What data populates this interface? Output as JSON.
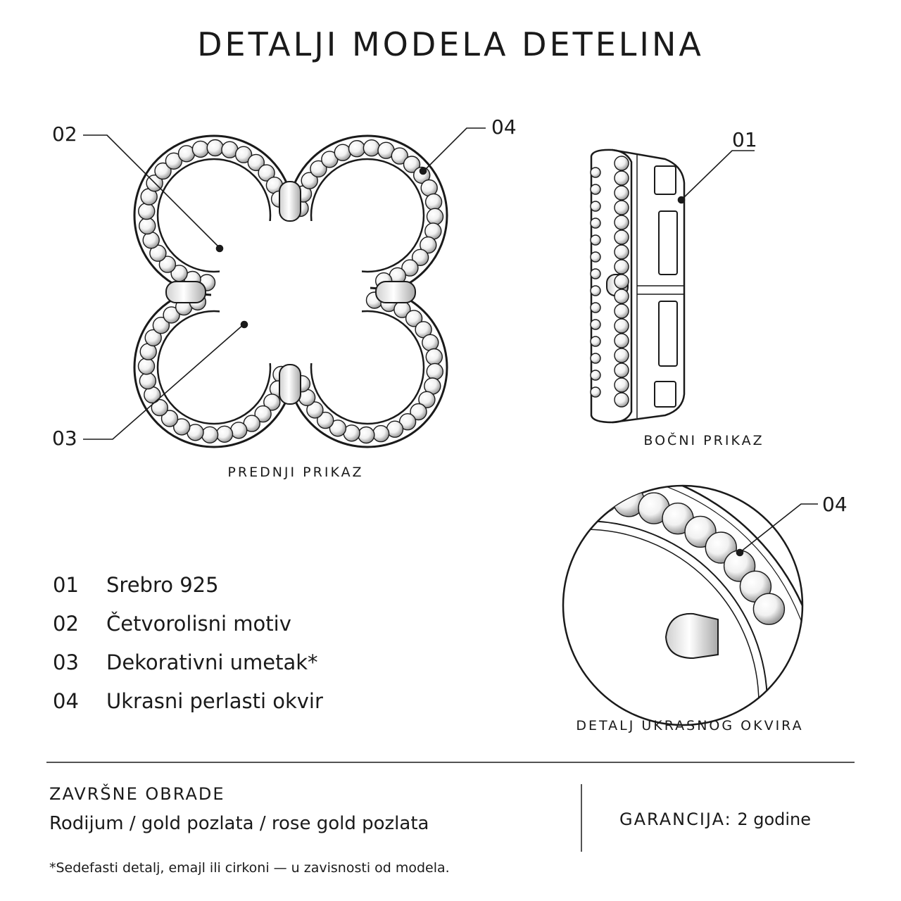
{
  "title": "DETALJI MODELA DETELINA",
  "callouts": {
    "front_top_left": "02",
    "front_bottom_left": "03",
    "front_top_right": "04",
    "side": "01",
    "detail": "04"
  },
  "captions": {
    "front": "PREDNJI PRIKAZ",
    "side": "BOČNI PRIKAZ",
    "detail": "DETALJ UKRASNOG OKVIRA"
  },
  "legend": [
    {
      "num": "01",
      "label": "Srebro 925"
    },
    {
      "num": "02",
      "label": "Četvorolisni motiv"
    },
    {
      "num": "03",
      "label": "Dekorativni umetak*"
    },
    {
      "num": "04",
      "label": "Ukrasni perlasti okvir"
    }
  ],
  "footer": {
    "finishes_title": "ZAVRŠNE OBRADE",
    "finishes_text": "Rodijum / gold pozlata / rose gold pozlata",
    "guarantee_label": "GARANCIJA:",
    "guarantee_value": "2 godine",
    "footnote": "*Sedefasti detalj, emajl ili cirkoni — u zavisnosti od modela."
  },
  "colors": {
    "ink": "#1a1a1a",
    "background": "#ffffff"
  }
}
